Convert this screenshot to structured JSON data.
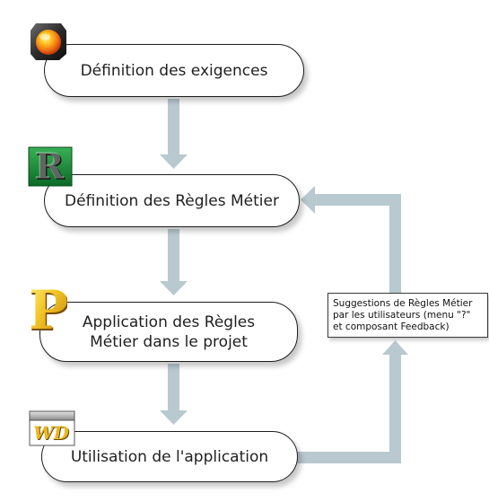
{
  "diagram": {
    "steps": {
      "requirements": "Définition des exigences",
      "business_rules": "Définition des Règles Métier",
      "apply_rules_line1": "Application des Règles",
      "apply_rules_line2": "Métier dans le projet",
      "use_app": "Utilisation de l'application"
    },
    "note": {
      "line1": "Suggestions de Règles Métier",
      "line2": "par les utilisateurs (menu \"?\"",
      "line3": "et composant Feedback)"
    },
    "icons": {
      "requirements": "requirements-orb-icon",
      "business_rules": "r-letter-icon",
      "apply_rules": "p-letter-icon",
      "use_app": "wd-logo-icon"
    },
    "colors": {
      "arrow": "#b8c9cf",
      "outline": "#1e1e1e",
      "rules_icon": "#1f8c3c",
      "project_icon": "#e7b21c",
      "requirements_icon": "#f08a1c"
    }
  }
}
